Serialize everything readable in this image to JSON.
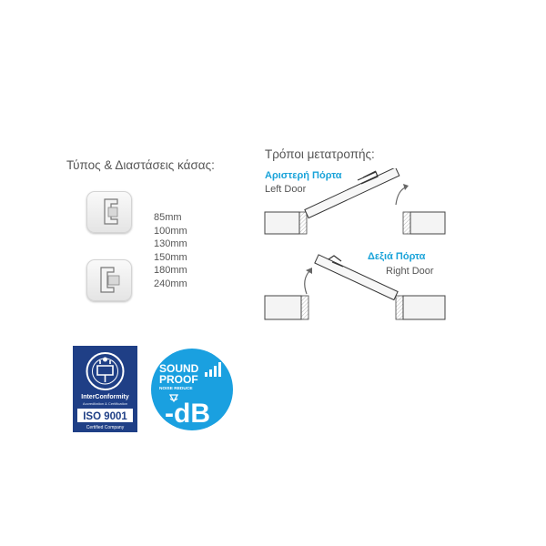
{
  "frame_section": {
    "title": "Τύπος & Διαστάσεις κάσας:",
    "sizes": [
      "85mm",
      "100mm",
      "130mm",
      "150mm",
      "180mm",
      "240mm"
    ]
  },
  "conversion_section": {
    "title": "Τρόποι μετατροπής:",
    "left_door": {
      "label_gr": "Αριστερή Πόρτα",
      "label_en": "Left Door"
    },
    "right_door": {
      "label_gr": "Δεξιά Πόρτα",
      "label_en": "Right Door"
    }
  },
  "iso_logo": {
    "brand": "InterConformity",
    "sub": "Accreditation & Certification",
    "standard": "ISO 9001",
    "footer": "Certified Company"
  },
  "sound_logo": {
    "line1": "SOUND",
    "line2": "PROOF",
    "line3": "NOISE REDUCE",
    "db": "-dB"
  },
  "colors": {
    "accent_blue": "#1aa3d9",
    "iso_navy": "#1f3f86",
    "sound_blue": "#1aa0e0",
    "text_gray": "#555555"
  }
}
